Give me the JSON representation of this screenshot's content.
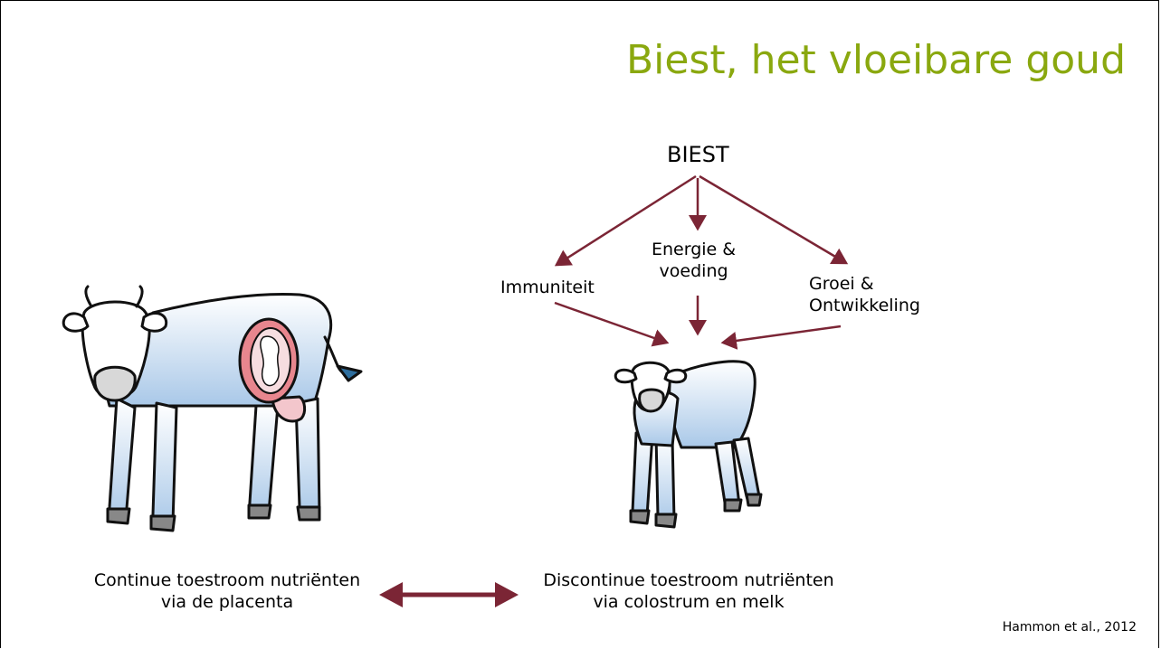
{
  "slide": {
    "title": "Biest, het vloeibare goud",
    "diagram": {
      "top_node": "BIEST",
      "factors": [
        {
          "line1": "Immuniteit"
        },
        {
          "line1": "Energie &",
          "line2": "voeding"
        },
        {
          "line1": "Groei &",
          "line2": "Ontwikkeling"
        }
      ],
      "left_caption": {
        "line1": "Continue toestroom nutriënten",
        "line2": "via de placenta"
      },
      "right_caption": {
        "line1": "Discontinue toestroom nutriënten",
        "line2": "via colostrum en melk"
      }
    },
    "citation": "Hammon et al., 2012"
  },
  "colors": {
    "title": "#8aa80f",
    "arrow": "#7b2535",
    "cow_shade": "#a9c8e8",
    "uterus": "#e8868e"
  }
}
